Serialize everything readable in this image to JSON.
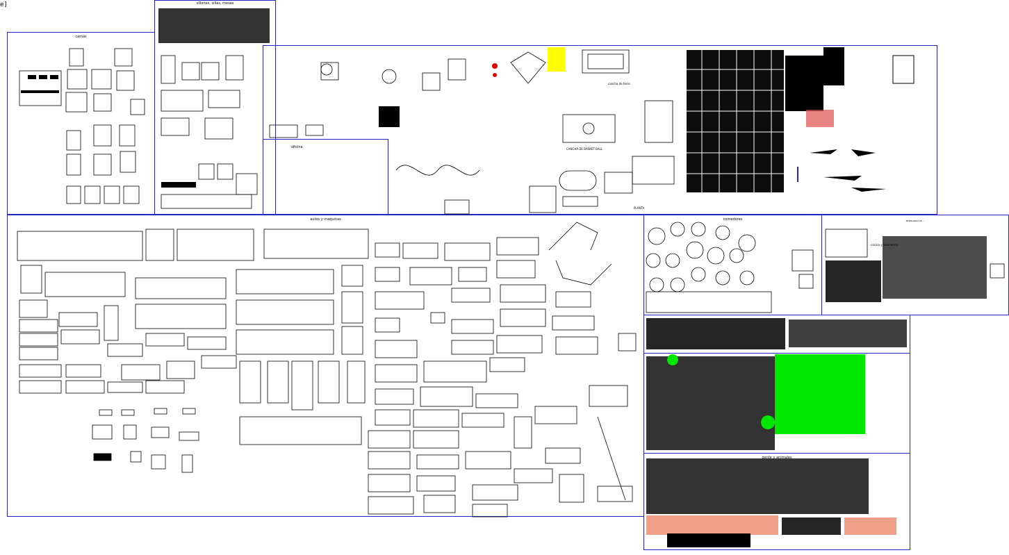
{
  "corner_text": "e]",
  "sheets": {
    "camas": "camas",
    "sillones": "sillones, sillas, mesas",
    "oficina": "oficina",
    "autos": "autos y maquinas",
    "comedores": "comedores",
    "cocina": "cocina y lavanderia",
    "cocina_header": "MOBILIARIO DE ...",
    "gente": "gente y animales",
    "cancha_basket": "CANCHA DE BASKET BALL",
    "cancha_tenis": "cancha de tenis",
    "planta": "PLANTA"
  },
  "colors": {
    "frame": "#2323c8",
    "trees_green": "#00e800",
    "people_salmon": "#f0a088",
    "yellow": "#ffff00",
    "red": "#e00000"
  }
}
